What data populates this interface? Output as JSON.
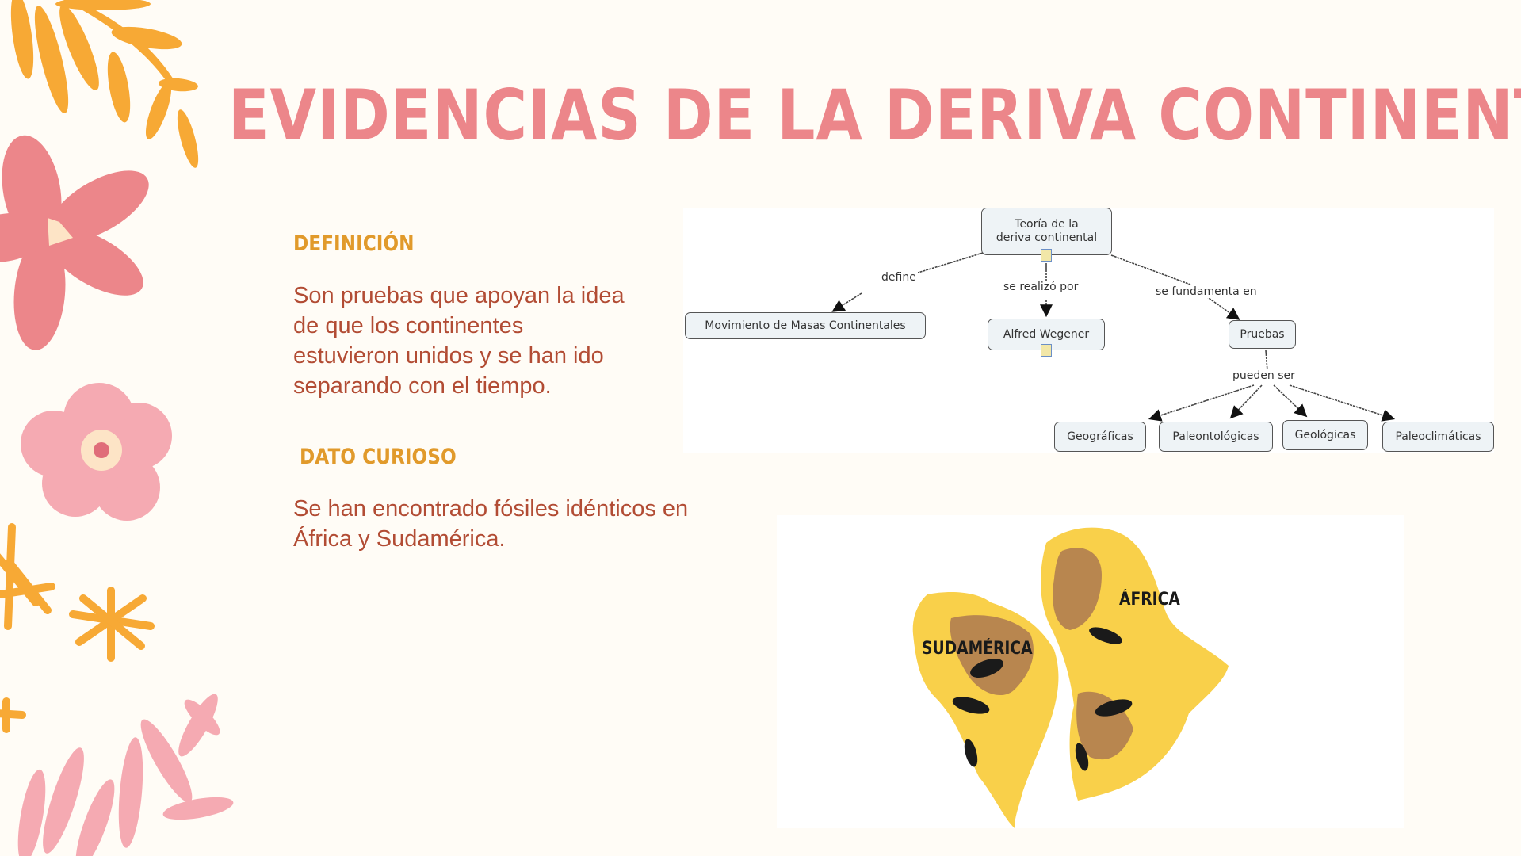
{
  "slide": {
    "title": "EVIDENCIAS DE LA DERIVA CONTINENTAL",
    "colors": {
      "background": "#fffcf6",
      "title": "#ec868a",
      "heading": "#e19a2b",
      "body": "#b24c34",
      "flower_orange": "#f7a935",
      "flower_pink": "#ec868a",
      "flower_light_pink": "#f5aab2",
      "cream": "#fde4c6"
    }
  },
  "definition": {
    "heading": "DEFINICIÓN",
    "lines": [
      "Son pruebas que apoyan la idea",
      "de que los continentes",
      "estuvieron unidos y se han ido",
      "separando con el tiempo."
    ]
  },
  "fun_fact": {
    "heading": "DATO CURIOSO",
    "lines": [
      "Se han encontrado fósiles idénticos en",
      "África y Sudamérica."
    ]
  },
  "concept_map": {
    "root": {
      "line1": "Teoría de la",
      "line2": "deriva continental"
    },
    "links": {
      "define": "define",
      "made_by": "se realizó por",
      "based_on": "se fundamenta en",
      "can_be": "pueden ser"
    },
    "nodes": {
      "movement": "Movimiento de Masas Continentales",
      "wegener": "Alfred Wegener",
      "evidence": "Pruebas"
    },
    "evidence_types": [
      "Geográficas",
      "Paleontológicas",
      "Geológicas",
      "Paleoclimáticas"
    ]
  },
  "fossil_map": {
    "labels": {
      "africa": "ÁFRICA",
      "south_america": "SUDAMÉRICA"
    },
    "colors": {
      "land": "#f9d04a",
      "fossil_zone": "#b8864f",
      "fossil": "#1a1a1a"
    }
  }
}
